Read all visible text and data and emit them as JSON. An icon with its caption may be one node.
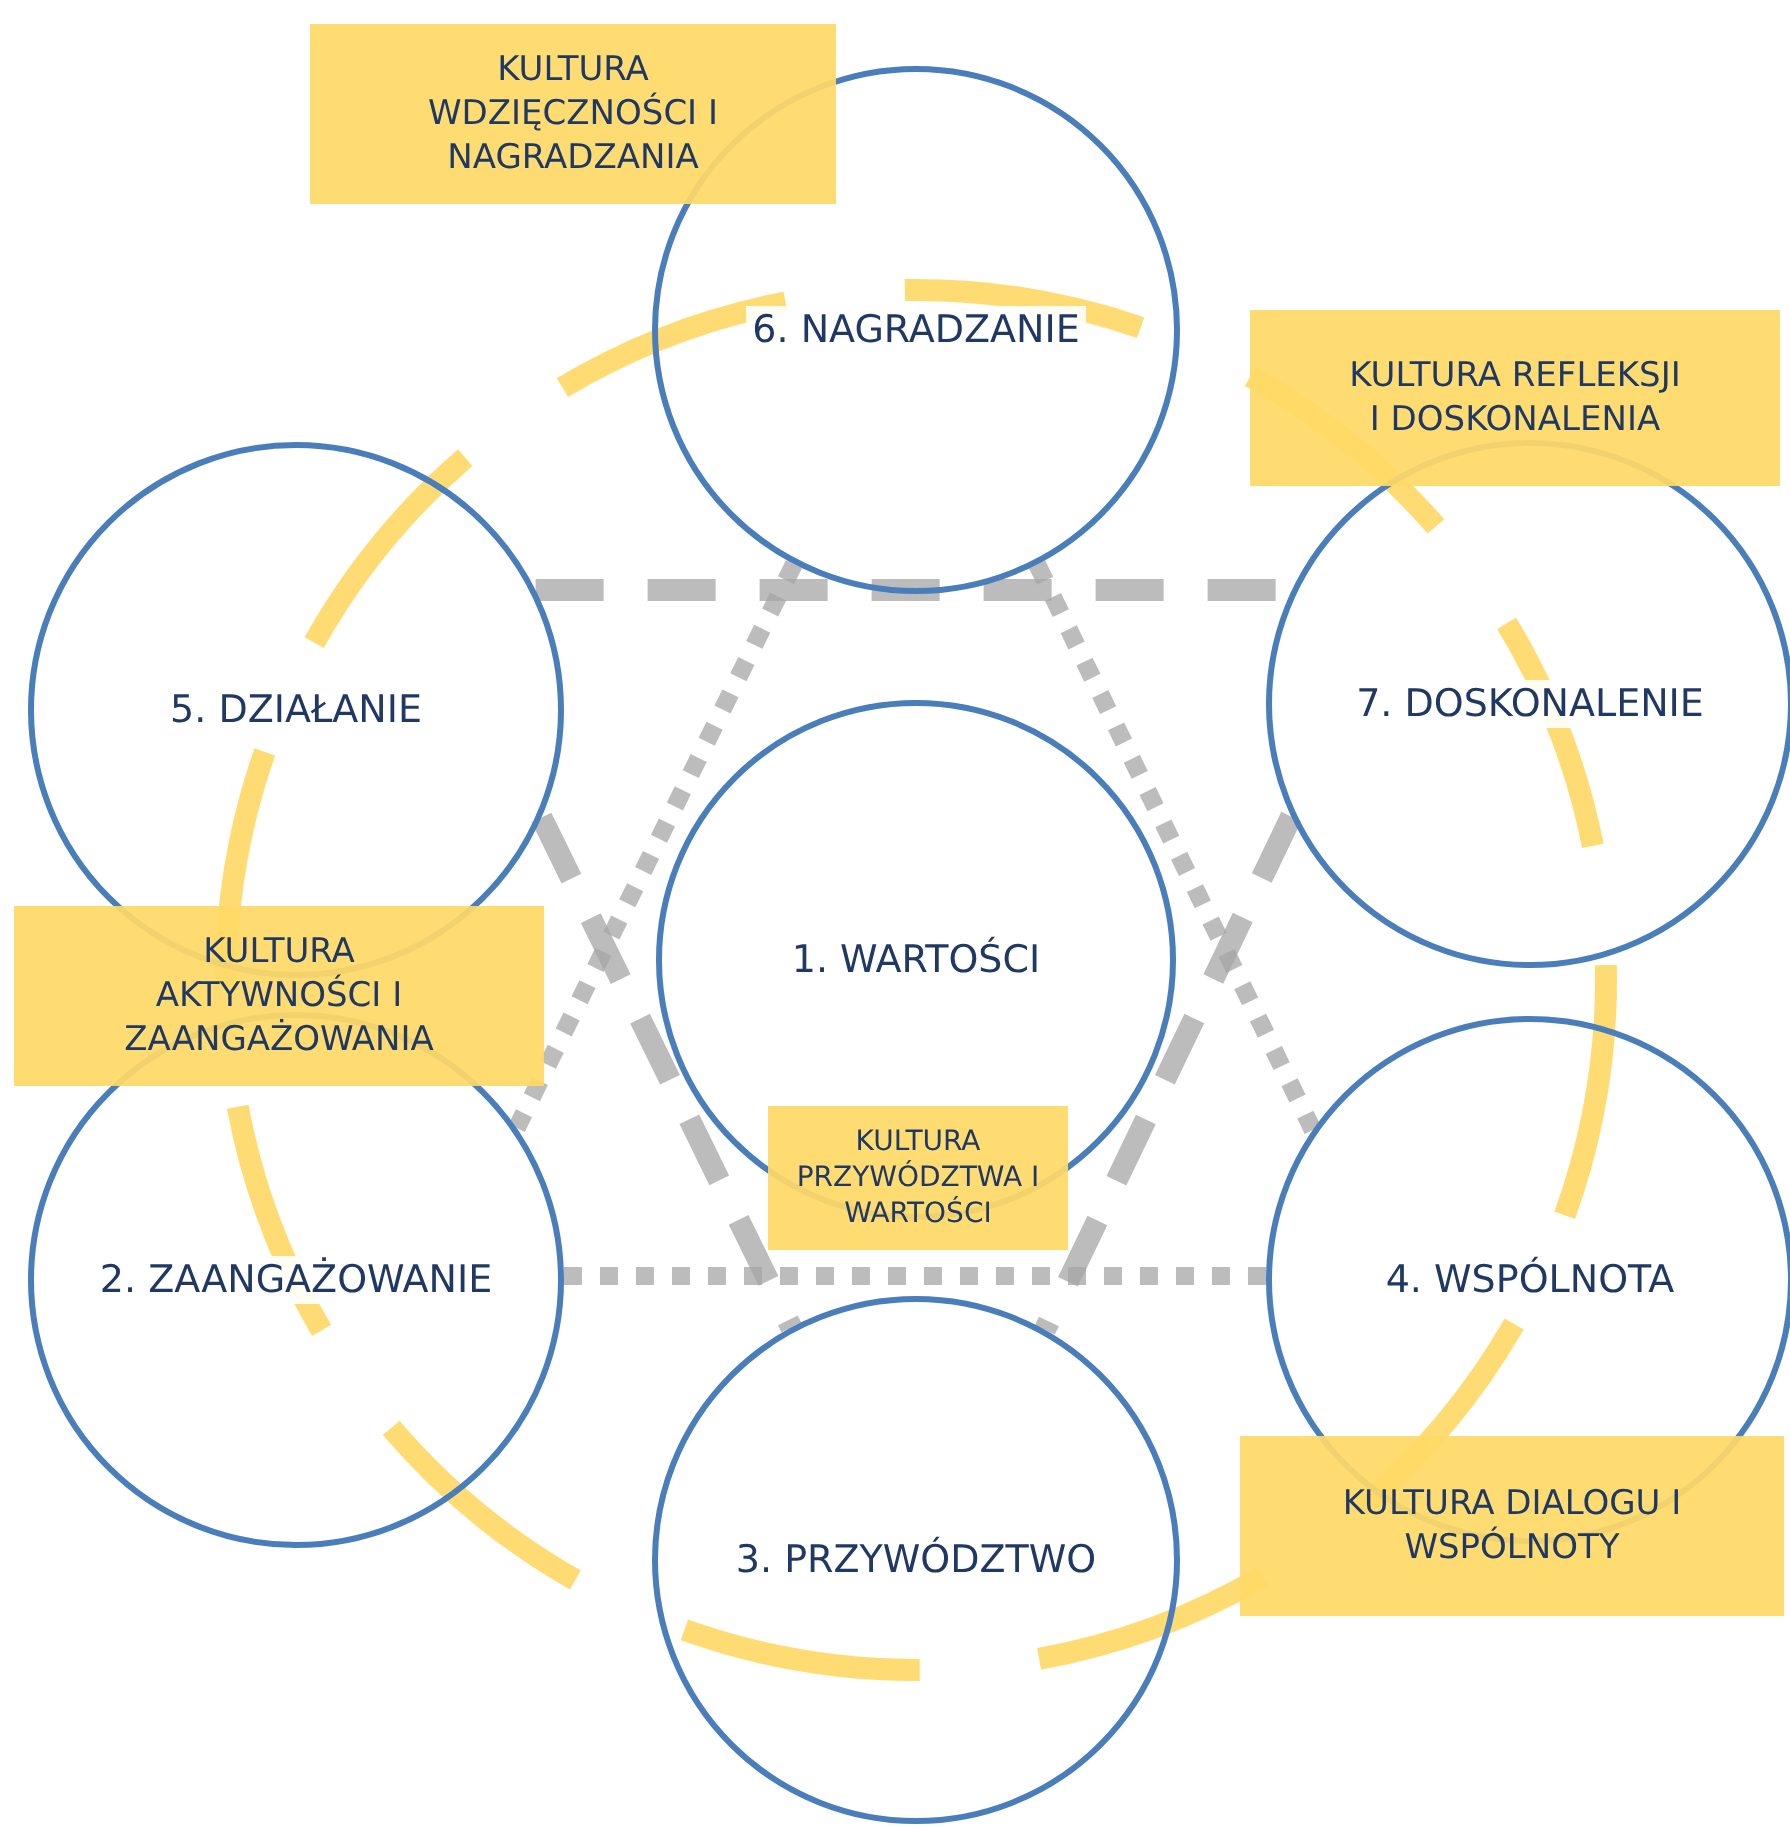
{
  "diagram": {
    "nodes": [
      {
        "text": [
          "KULTURA WDZIĘCZNOŚCI I NAGRADZANIA"
        ]
      },
      {
        "text": [
          "6. NAGRADZANIE"
        ]
      },
      {
        "text": [
          "KULTURA REFLEKSJI I DOSKONALENIA"
        ]
      },
      {
        "text": [
          "5. DZIAŁANIE"
        ]
      },
      {
        "text": [
          "7. DOSKONALENIE"
        ]
      },
      {
        "text": [
          "1. WARTOŚCI"
        ]
      },
      {
        "text": [
          "KULTURA AKTYWNOŚCI I ZAANGAŻOWANIA"
        ]
      },
      {
        "text": [
          "KULTURA PRZYWÓDZTWA I WARTOŚCI"
        ]
      },
      {
        "text": [
          "2. ZAANGAŻOWANIE"
        ]
      },
      {
        "text": [
          "4. WSPÓLNOTA"
        ]
      },
      {
        "text": [
          "KULTURA DIALOGU I WSPÓLNOTY"
        ]
      },
      {
        "text": [
          "3. PRZYWÓDZTWO"
        ]
      }
    ],
    "edges": [
      {
        "from": 1,
        "to": 8,
        "arrow": "none",
        "style": "dashed"
      },
      {
        "from": 1,
        "to": 9,
        "arrow": "none",
        "style": "dashed"
      },
      {
        "from": 8,
        "to": 9,
        "arrow": "none",
        "style": "dashed"
      },
      {
        "from": 3,
        "to": 4,
        "arrow": "none",
        "style": "dashed"
      },
      {
        "from": 3,
        "to": 11,
        "arrow": "none",
        "style": "dashed"
      },
      {
        "from": 4,
        "to": 11,
        "arrow": "none",
        "style": "dashed"
      }
    ]
  }
}
